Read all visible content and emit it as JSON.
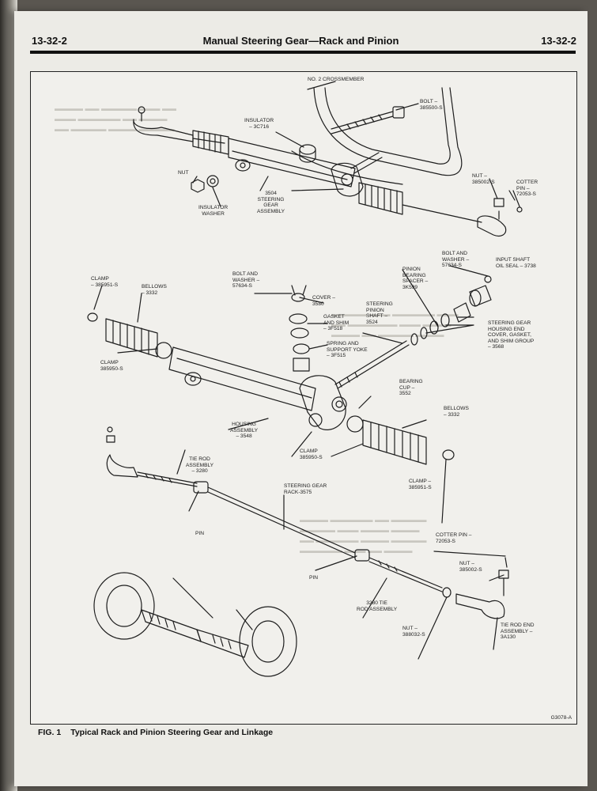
{
  "header": {
    "left": "13-32-2",
    "center": "Manual Steering Gear—Rack and Pinion",
    "right": "13-32-2"
  },
  "figure": {
    "code": "G3078-A",
    "caption_num": "FIG. 1",
    "caption_title": "Typical Rack and Pinion Steering Gear and Linkage",
    "labels": {
      "no2_crossmember": "NO. 2 CROSSMEMBER",
      "bolt_385500": "BOLT –\n385500-S",
      "insulator_3c716": "INSULATOR\n– 3C716",
      "nut_top": "NUT",
      "insulator_washer": "INSULATOR\nWASHER",
      "gear_assembly_3504": "3504\nSTEERING\nGEAR\nASSEMBLY",
      "nut_385002_top": "NUT –\n385002-S",
      "cotter_pin_72053_top": "COTTER\nPIN –\n72053-S",
      "bolt_washer_57634_right": "BOLT AND\nWASHER –\n57634-S",
      "input_shaft_seal": "INPUT SHAFT\nOIL SEAL – 3738",
      "pinion_bearing_spacer": "PINION\nBEARING\nSPACER –\n3K599",
      "clamp_385951_left": "CLAMP\n– 385951-S",
      "bellows_3332_left": "BELLOWS\n– 3332",
      "bolt_washer_57634_left": "BOLT AND\nWASHER –\n57634-S",
      "cover_3580": "COVER –\n3580",
      "gasket_shim": "GASKET\nAND SHIM\n– 3F518",
      "steering_pinion_shaft": "STEERING\nPINION\nSHAFT –\n3524",
      "steering_gear_cover_group": "STEERING GEAR\nHOUSING END\nCOVER, GASKET,\nAND SHIM GROUP\n– 3568",
      "spring_support_yoke": "SPRING AND\nSUPPORT YOKE\n– 3F515",
      "clamp_385950_left": "CLAMP\n385950-S",
      "bearing_cup": "BEARING\nCUP –\n3552",
      "bellows_3332_right": "BELLOWS\n– 3332",
      "housing_assembly": "HOUSING\nASSEMBLY\n– 3548",
      "clamp_385950_mid": "CLAMP\n385950-S",
      "tie_rod_3280_top": "TIE ROD\nASSEMBLY\n– 3280",
      "clamp_385951_right": "CLAMP –\n385951-S",
      "steering_gear_rack": "STEERING GEAR\nRACK-3575",
      "pin_left": "PIN",
      "cotter_pin_72053_bottom": "COTTER PIN –\n72053-S",
      "nut_385002_bottom": "NUT –\n385002-S",
      "pin_mid": "PIN",
      "tie_rod_3280_bottom": "3280 TIE\nROD ASSEMBLY",
      "nut_388032": "NUT –\n388032-S",
      "tie_rod_end": "TIE ROD END\nASSEMBLY –\n3A130"
    }
  },
  "colors": {
    "ink": "#1e1e1e",
    "paper": "#ecebe6",
    "ghost": "#c9c7c0"
  }
}
